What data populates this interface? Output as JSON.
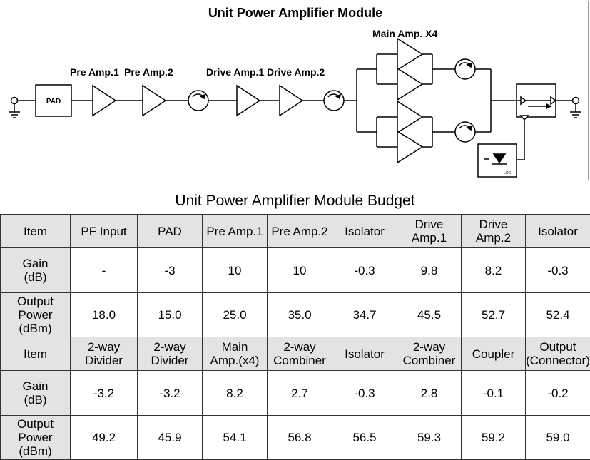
{
  "diagram": {
    "title": "Unit Power Amplifier Module",
    "labels": {
      "pad": "PAD",
      "pre_amp_1": "Pre Amp.1",
      "pre_amp_2": "Pre Amp.2",
      "drive_amp_1": "Drive Amp.1",
      "drive_amp_2": "Drive Amp.2",
      "main_amp": "Main Amp. X4",
      "detector_tag": "LOG"
    }
  },
  "budget": {
    "title": "Unit Power Amplifier Module Budget",
    "row_labels": {
      "item": "Item",
      "gain": "Gain\n(dB)",
      "output": "Output\nPower\n(dBm)"
    },
    "blocks": [
      {
        "items": [
          "PF Input",
          "PAD",
          "Pre Amp.1",
          "Pre Amp.2",
          "Isolator",
          "Drive\nAmp.1",
          "Drive\nAmp.2",
          "Isolator"
        ],
        "gain": [
          "-",
          "-3",
          "10",
          "10",
          "-0.3",
          "9.8",
          "8.2",
          "-0.3"
        ],
        "output": [
          "18.0",
          "15.0",
          "25.0",
          "35.0",
          "34.7",
          "45.5",
          "52.7",
          "52.4"
        ]
      },
      {
        "items": [
          "2-way\nDivider",
          "2-way\nDivider",
          "Main\nAmp.(x4)",
          "2-way\nCombiner",
          "Isolator",
          "2-way\nCombiner",
          "Coupler",
          "Output\n(Connector)"
        ],
        "gain": [
          "-3.2",
          "-3.2",
          "8.2",
          "2.7",
          "-0.3",
          "2.8",
          "-0.1",
          "-0.2"
        ],
        "output": [
          "49.2",
          "45.9",
          "54.1",
          "56.8",
          "56.5",
          "59.3",
          "59.2",
          "59.0"
        ]
      }
    ]
  }
}
